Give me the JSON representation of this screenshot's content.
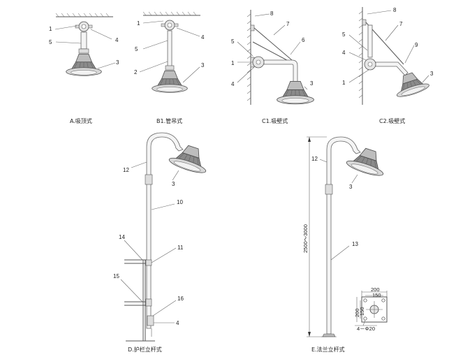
{
  "captions": {
    "a": "A.吸顶式",
    "b1": "B1.管吊式",
    "c1": "C1.吸壁式",
    "c2": "C2.吸壁式",
    "d": "D.护栏立杆式",
    "e": "E.法兰立杆式"
  },
  "callouts": {
    "n1": "1",
    "n2": "2",
    "n3": "3",
    "n4": "4",
    "n5": "5",
    "n6": "6",
    "n7": "7",
    "n8": "8",
    "n9": "9",
    "n10": "10",
    "n11": "11",
    "n12": "12",
    "n13": "13",
    "n14": "14",
    "n15": "15",
    "n16": "16"
  },
  "dimensions": {
    "pole_height": "2500～3000",
    "flange_width": "200",
    "flange_inner_width": "150",
    "flange_height": "200",
    "flange_inner_height": "150",
    "bolt_holes": "4－Φ20"
  }
}
